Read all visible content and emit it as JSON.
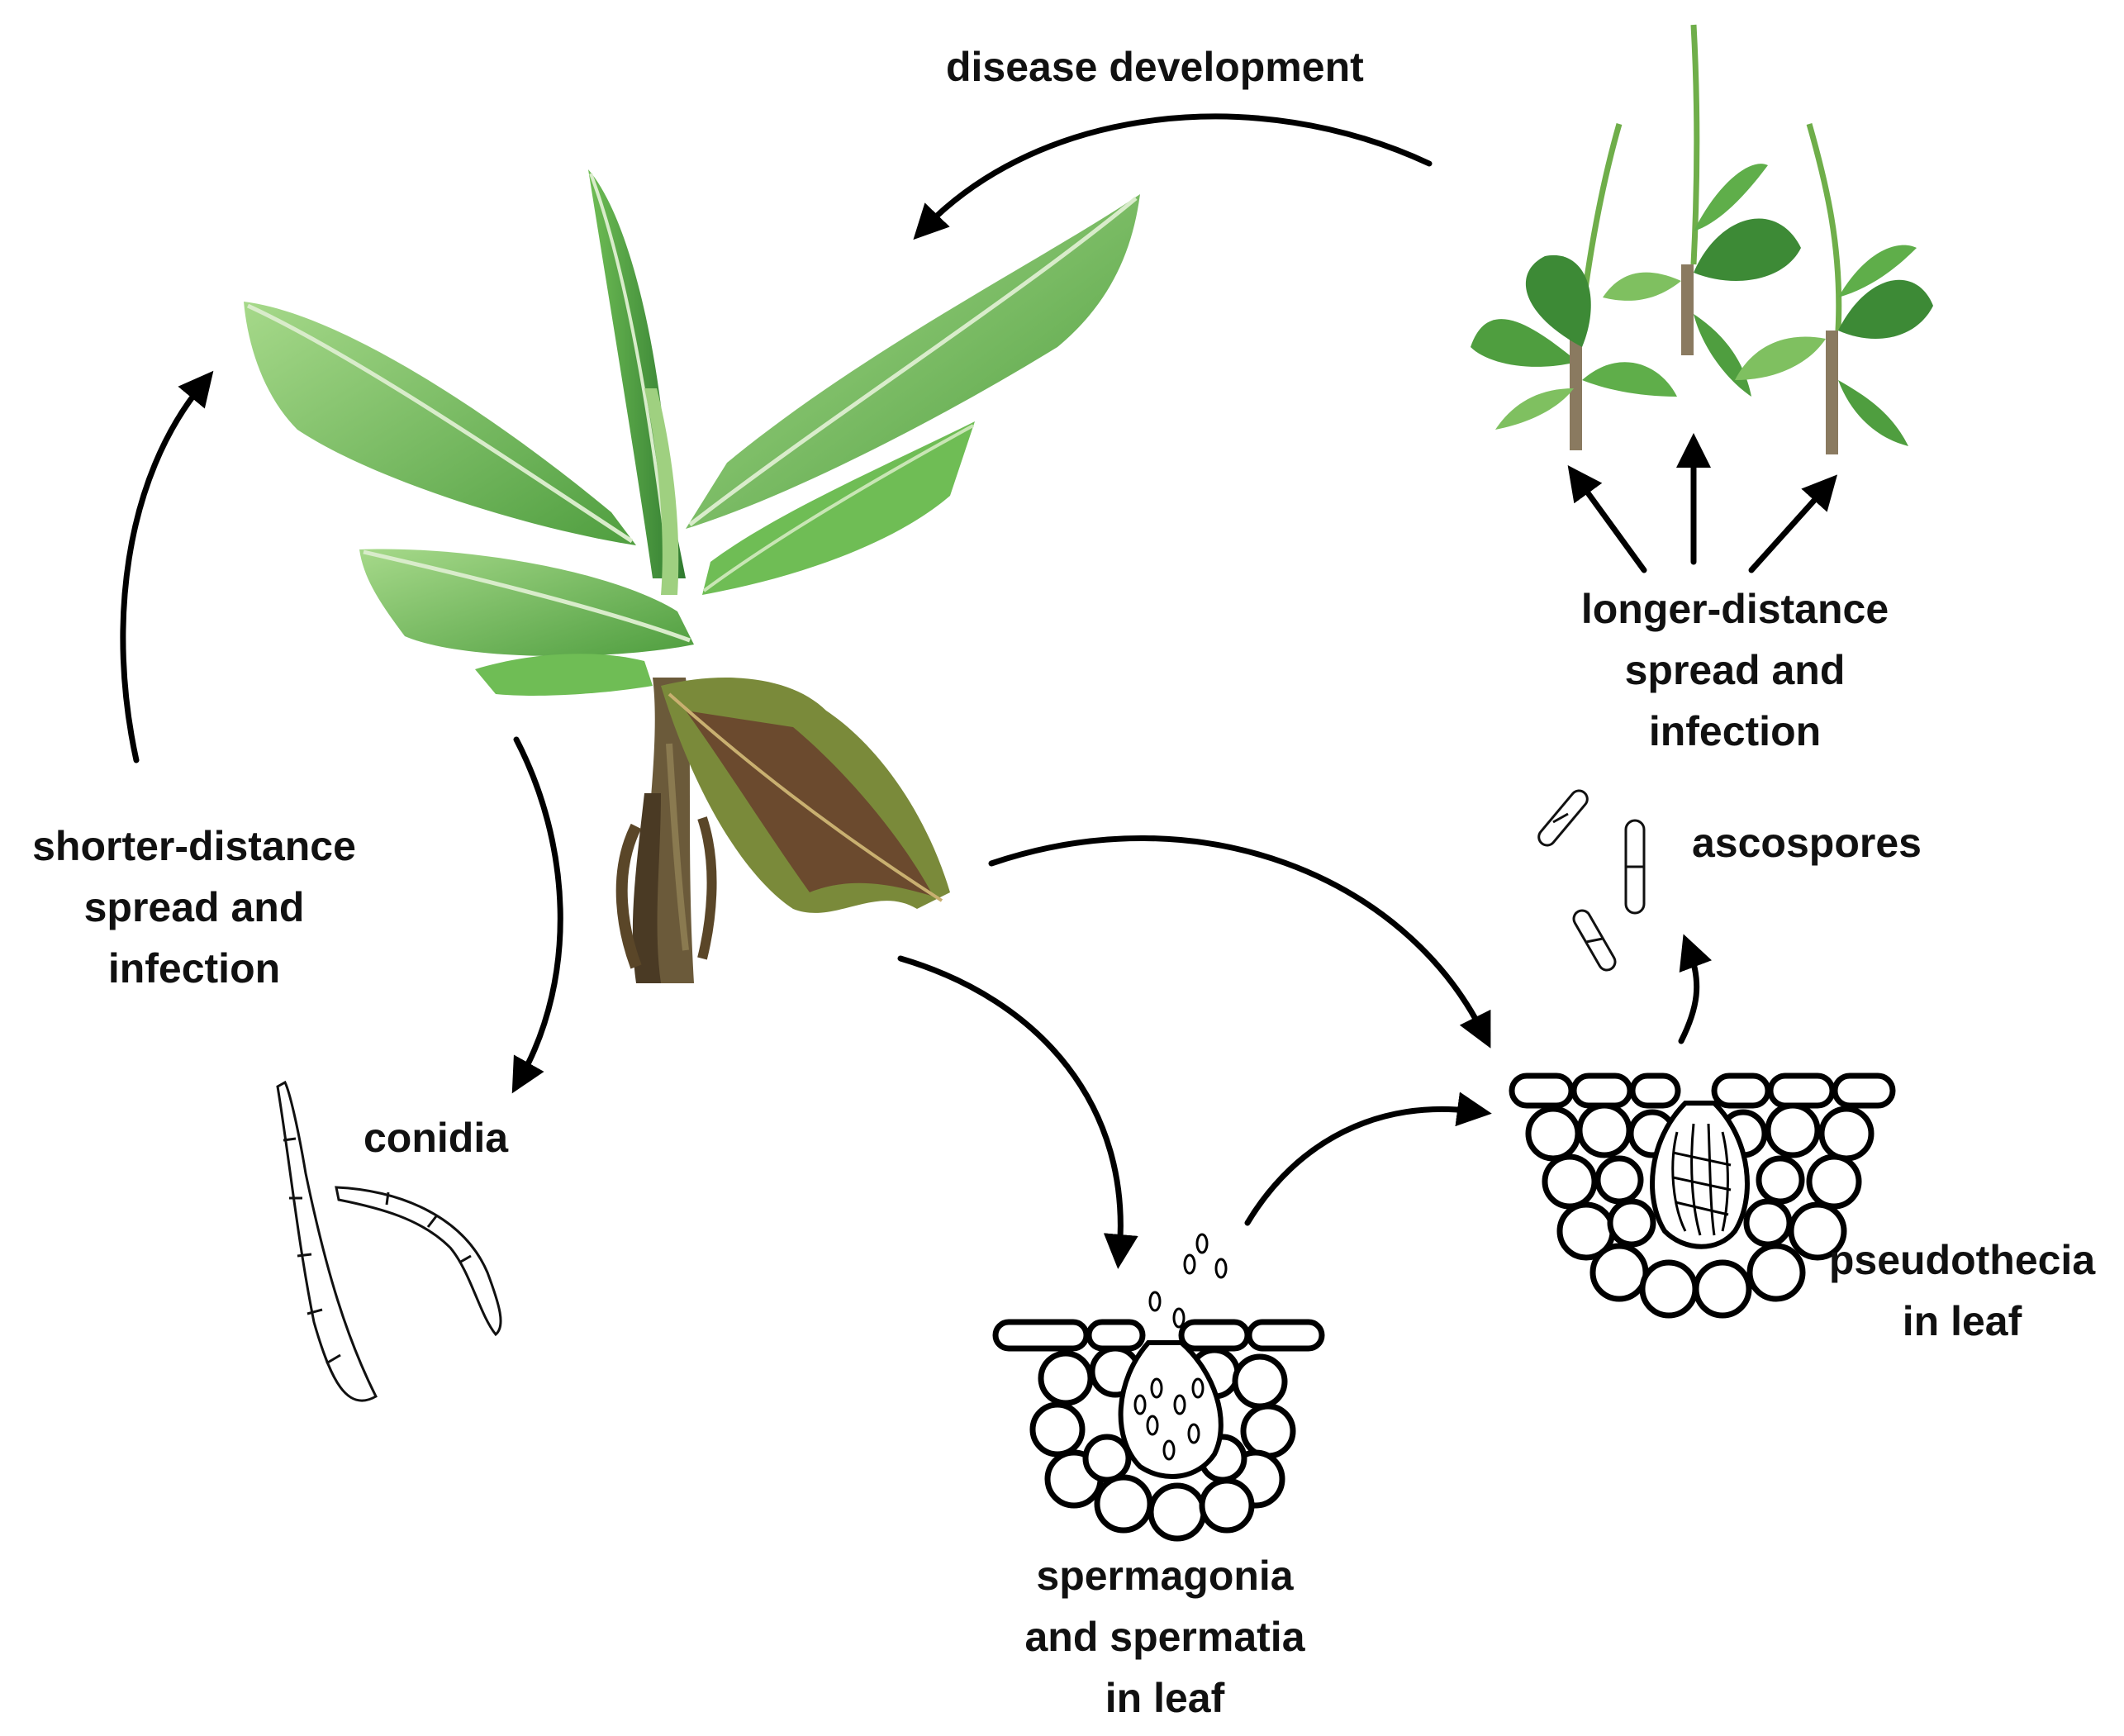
{
  "labels": {
    "disease_development": [
      "disease development"
    ],
    "shorter_distance": [
      "shorter-distance",
      "spread and",
      "infection"
    ],
    "longer_distance": [
      "longer-distance",
      "spread and",
      "infection"
    ],
    "conidia": [
      "conidia"
    ],
    "ascospores": [
      "ascospores"
    ],
    "spermagonia": [
      "spermagonia",
      "and spermatia",
      "in leaf"
    ],
    "pseudothecia": [
      "pseudothecia",
      "in leaf"
    ]
  },
  "colors": {
    "leaf_light": "#8dc96a",
    "leaf_mid": "#5fae4a",
    "leaf_dark": "#3d8a36",
    "stem": "#6b5a3a",
    "necrotic": "#6b4a2e",
    "arrow": "#000000"
  },
  "icons": [
    "banana-plant",
    "young-banana-plants",
    "conidium",
    "ascospore",
    "spermagonium",
    "pseudothecium"
  ]
}
